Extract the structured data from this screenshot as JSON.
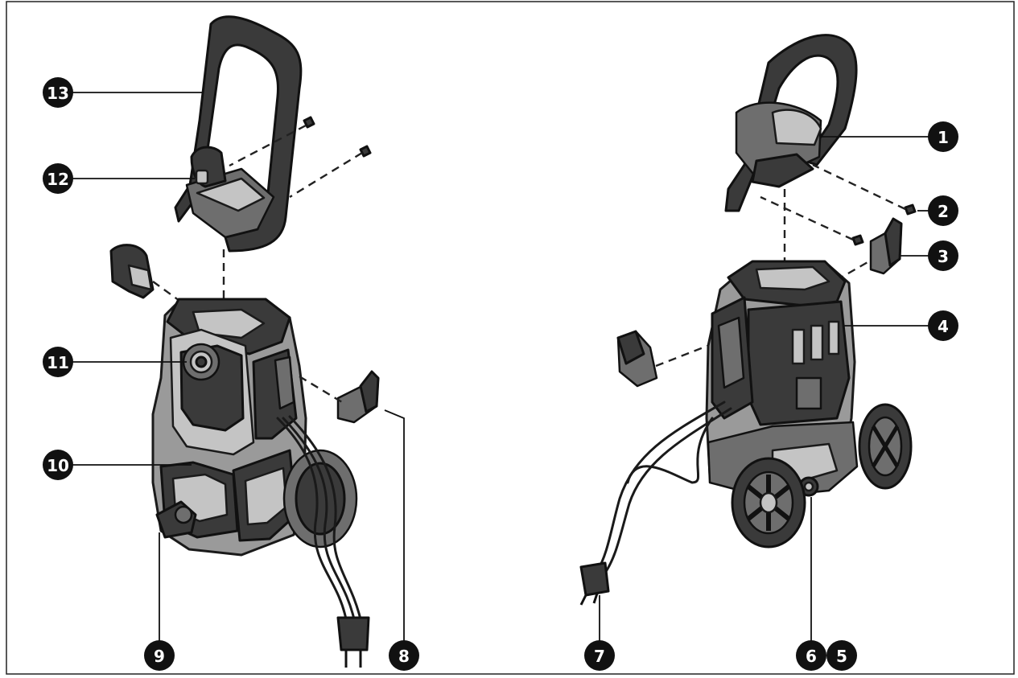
{
  "callouts": [
    {
      "label": "1"
    },
    {
      "label": "2"
    },
    {
      "label": "3"
    },
    {
      "label": "4"
    },
    {
      "label": "5"
    },
    {
      "label": "6"
    },
    {
      "label": "7"
    },
    {
      "label": "8"
    },
    {
      "label": "9"
    },
    {
      "label": "10"
    },
    {
      "label": "11"
    },
    {
      "label": "12"
    },
    {
      "label": "13"
    }
  ],
  "colors": {
    "outline": "#1a1a1a",
    "body": "#9a9a9a",
    "dark_part": "#3a3a3a",
    "callout_badge": "#111111"
  }
}
